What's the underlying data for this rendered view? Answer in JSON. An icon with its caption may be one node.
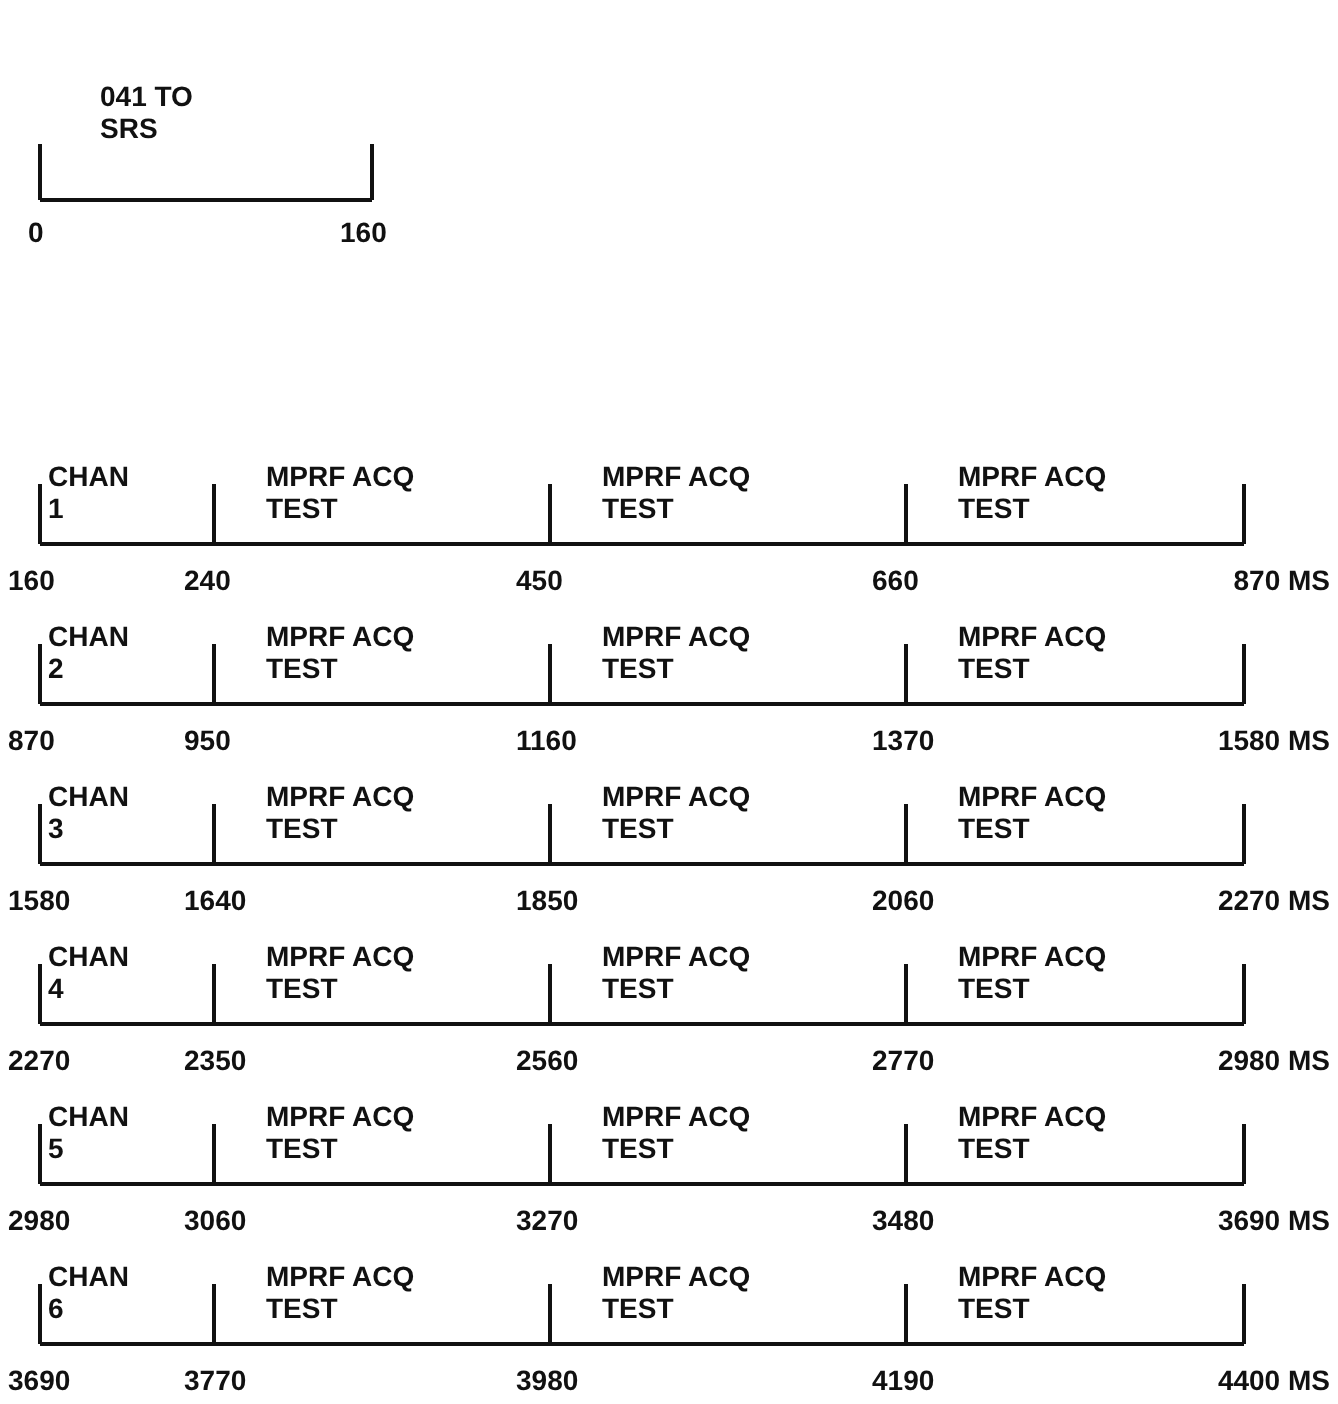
{
  "diagram": {
    "labels": [
      "041 TO SRS",
      "0",
      "160",
      "CHAN 1",
      "MPRF ACQ TEST",
      "MPRF ACQ TEST",
      "MPRF ACQ TEST",
      "160",
      "240",
      "450",
      "660",
      "870 MS",
      "CHAN 2",
      "MPRF ACQ TEST",
      "MPRF ACQ TEST",
      "MPRF ACQ TEST",
      "870",
      "950",
      "1160",
      "1370",
      "1580 MS",
      "CHAN 3",
      "MPRF ACQ TEST",
      "MPRF ACQ TEST",
      "MPRF ACQ TEST",
      "1580",
      "1640",
      "1850",
      "2060",
      "2270 MS",
      "CHAN 4",
      "MPRF ACQ TEST",
      "MPRF ACQ TEST",
      "MPRF ACQ TEST",
      "2270",
      "2350",
      "2560",
      "2770",
      "2980 MS",
      "CHAN 5",
      "MPRF ACQ TEST",
      "MPRF ACQ TEST",
      "MPRF ACQ TEST",
      "2980",
      "3060",
      "3270",
      "3480",
      "3690 MS",
      "CHAN 6",
      "MPRF ACQ TEST",
      "MPRF ACQ TEST",
      "MPRF ACQ TEST",
      "3690",
      "3770",
      "3980",
      "4190",
      "4400 MS"
    ]
  }
}
